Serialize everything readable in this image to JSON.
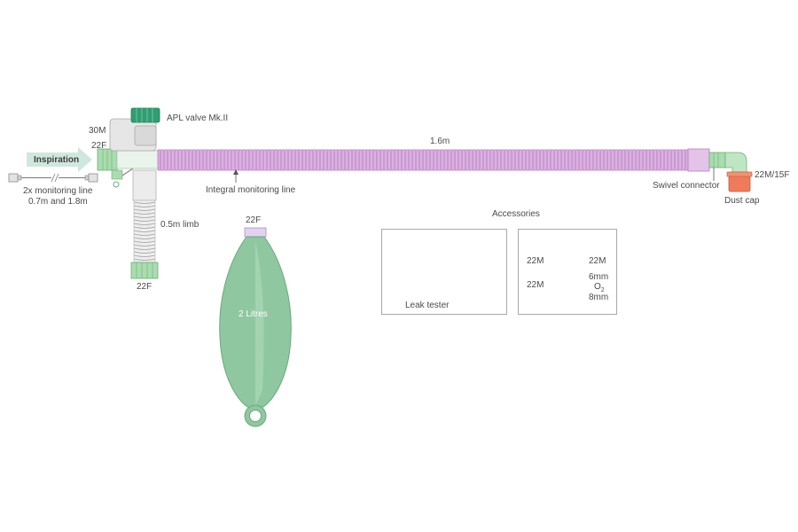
{
  "colors": {
    "tube": "#d7a6dd",
    "tube_rib": "#b57ec0",
    "bag": "#8fc7a0",
    "bag_dark": "#6aa97f",
    "valve_green": "#2f9e72",
    "connector_green": "#a9dcae",
    "orange": "#ef7b5a",
    "leak_tester": "#ef8a78",
    "arrow": "#cfe8dc",
    "grey_part": "#d6d6d6"
  },
  "labels": {
    "apl_valve": "APL valve Mk.II",
    "port_30m": "30M",
    "port_22f_top": "22F",
    "inspiration": "Inspiration",
    "monitoring_line_1": "2x monitoring line",
    "monitoring_line_2": "0.7m and 1.8m",
    "tube_length": "1.6m",
    "integral_monitoring_line": "Integral monitoring line",
    "limb": "0.5m limb",
    "port_22f_bottom": "22F",
    "bag_port": "22F",
    "bag_volume": "2 Litres",
    "swivel_connector": "Swivel connector",
    "elbow_port": "22M/15F",
    "dust_cap": "Dust cap",
    "accessories": "Accessories",
    "leak_tester": "Leak tester",
    "adapter_left": "22M",
    "adapter_right": "22M",
    "o2_left": "22M",
    "o2_6mm": "6mm",
    "o2_label": "O",
    "o2_sub": "2",
    "o2_8mm": "8mm"
  }
}
